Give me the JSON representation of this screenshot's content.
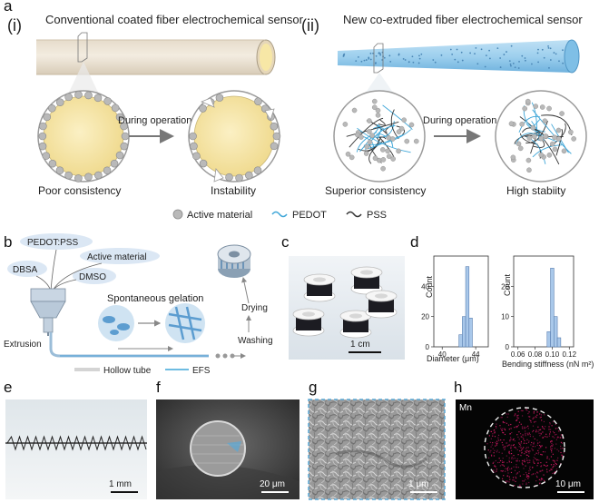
{
  "panel_a": {
    "label": "a",
    "left": {
      "roman": "(i)",
      "title": "Conventional coated fiber electrochemical sensor",
      "arrow_label": "During operation",
      "caption_left": "Poor consistency",
      "caption_right": "Instability"
    },
    "right": {
      "roman": "(ii)",
      "title": "New co-extruded fiber electrochemical sensor",
      "arrow_label": "During operation",
      "caption_left": "Superior consistency",
      "caption_right": "High stabiity"
    },
    "legend": {
      "active_material": "Active material",
      "pedot": "PEDOT",
      "pss": "PSS"
    }
  },
  "panel_b": {
    "label": "b",
    "pedot_pss": "PEDOT:PSS",
    "active_material": "Active material",
    "dbsa": "DBSA",
    "dmso": "DMSO",
    "gelation": "Spontaneous gelation",
    "extrusion": "Extrusion",
    "drying": "Drying",
    "washing": "Washing",
    "hollow_tube": "Hollow tube",
    "efs": "EFS"
  },
  "panel_c": {
    "label": "c",
    "scale": "1 cm"
  },
  "panel_d": {
    "label": "d",
    "chart_data": [
      {
        "type": "bar",
        "xlabel": "Diameter (μm)",
        "ylabel": "Count",
        "xlim": [
          39,
          45.5
        ],
        "ylim": [
          0,
          60
        ],
        "xticks": [
          "40",
          "44"
        ],
        "yticks": [
          "0",
          "20",
          "40"
        ],
        "bins": [
          {
            "from": 42.0,
            "to": 42.4,
            "count": 8
          },
          {
            "from": 42.4,
            "to": 42.8,
            "count": 20
          },
          {
            "from": 42.8,
            "to": 43.2,
            "count": 53
          },
          {
            "from": 43.2,
            "to": 43.6,
            "count": 19
          }
        ]
      },
      {
        "type": "bar",
        "xlabel": "Bending stiffness (nN m²)",
        "ylabel": "Count",
        "xlim": [
          0.055,
          0.125
        ],
        "ylim": [
          0,
          30
        ],
        "xticks": [
          "0.06",
          "0.08",
          "0.10",
          "0.12"
        ],
        "yticks": [
          "0",
          "10",
          "20"
        ],
        "bins": [
          {
            "from": 0.094,
            "to": 0.098,
            "count": 5
          },
          {
            "from": 0.098,
            "to": 0.102,
            "count": 26
          },
          {
            "from": 0.102,
            "to": 0.106,
            "count": 10
          },
          {
            "from": 0.106,
            "to": 0.11,
            "count": 3
          }
        ]
      }
    ]
  },
  "panel_e": {
    "label": "e",
    "scale": "1 mm"
  },
  "panel_f": {
    "label": "f",
    "scale": "20 μm"
  },
  "panel_g": {
    "label": "g",
    "scale": "1 μm"
  },
  "panel_h": {
    "label": "h",
    "element": "Mn",
    "scale": "10 μm"
  },
  "colors": {
    "pedot": "#3ea6d8",
    "pss": "#333333",
    "core": "#f5e3a0",
    "active": "#b9b9b9",
    "efs_fiber": "#8fc3e6",
    "histogram": "#a9c8ea"
  }
}
